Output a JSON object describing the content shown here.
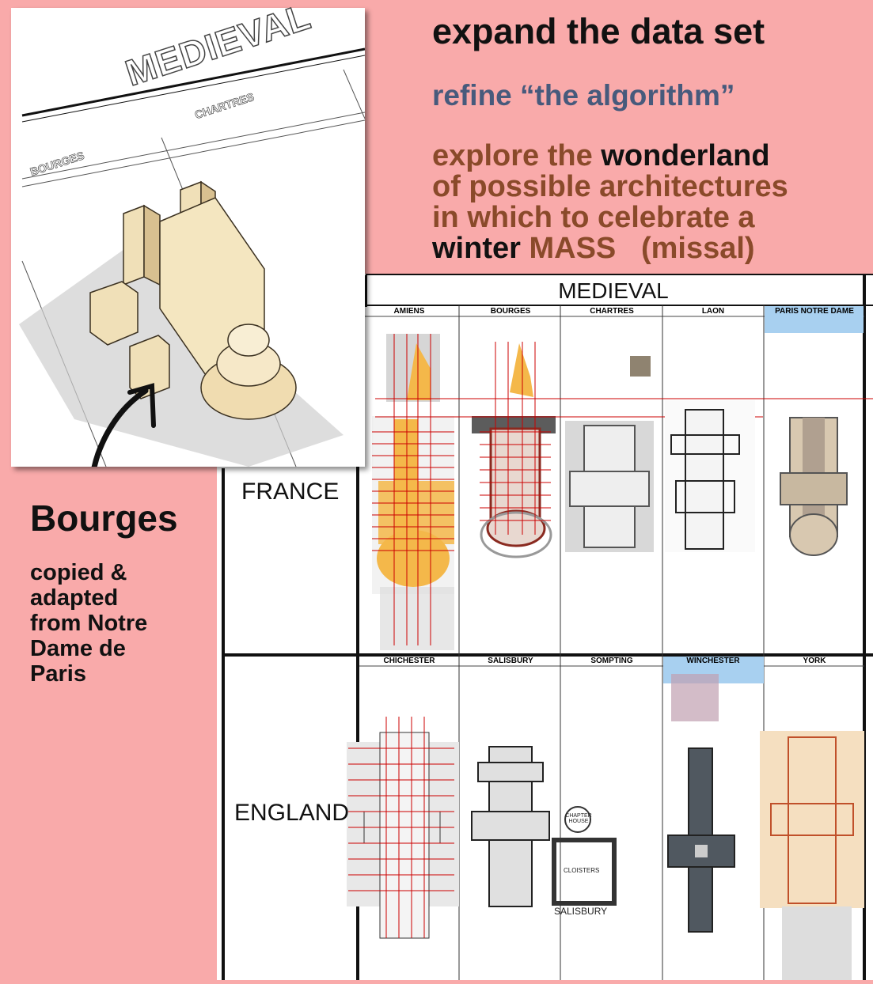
{
  "header": {
    "line1": "expand the data set",
    "line2": "refine “the algorithm”",
    "line3_a": "explore the ",
    "line3_b": "wonderland",
    "line4": "of possible architectures",
    "line5": "in which to celebrate a",
    "line6_a": "winter ",
    "line6_b": "MASS",
    "line6_c": "   (missal)"
  },
  "sketch": {
    "title": "MEDIEVAL",
    "col1": "BOURGES",
    "col2": "CHARTRES"
  },
  "caption": {
    "title": "Bourges",
    "body": [
      "copied &",
      "adapted",
      "from Notre",
      "Dame de",
      "Paris"
    ]
  },
  "table": {
    "title": "MEDIEVAL",
    "rows": [
      {
        "label": "FRANCE",
        "columns": [
          "AMIENS",
          "BOURGES",
          "CHARTRES",
          "LAON",
          "PARIS NOTRE DAME"
        ]
      },
      {
        "label": "ENGLAND",
        "columns": [
          "CHICHESTER",
          "SALISBURY",
          "SOMPTING",
          "WINCHESTER",
          "YORK"
        ]
      }
    ],
    "plan_labels": {
      "chapter": "CHAPTER HOUSE",
      "cloisters": "CLOISTERS",
      "salisbury": "SALISBURY"
    }
  },
  "colors": {
    "background": "#f9aaaa",
    "accent_blue": "#475a7c",
    "accent_brown": "#8a4a2a",
    "highlight": "#a8d0f0",
    "plan_orange": "#f4b84a",
    "grid_red": "#cc0000"
  }
}
